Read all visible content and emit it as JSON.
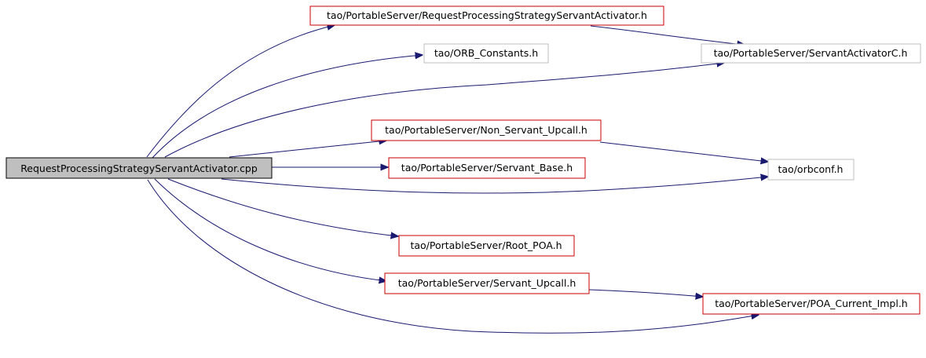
{
  "diagram": {
    "nodes": [
      {
        "id": "root",
        "label": "RequestProcessingStrategyServantActivator.cpp",
        "style": "root",
        "border": "#000000",
        "fill": "#bfbfbf"
      },
      {
        "id": "rpssa_h",
        "label": "tao/PortableServer/RequestProcessingStrategyServantActivator.h",
        "style": "documented",
        "border": "#cc0000",
        "fill": "#ffffff"
      },
      {
        "id": "orb_constants",
        "label": "tao/ORB_Constants.h",
        "style": "undocumented",
        "border": "#bfbfbf",
        "fill": "#ffffff"
      },
      {
        "id": "servant_activator_c",
        "label": "tao/PortableServer/ServantActivatorC.h",
        "style": "undocumented",
        "border": "#bfbfbf",
        "fill": "#ffffff"
      },
      {
        "id": "non_servant_upcall",
        "label": "tao/PortableServer/Non_Servant_Upcall.h",
        "style": "documented",
        "border": "#cc0000",
        "fill": "#ffffff"
      },
      {
        "id": "servant_base",
        "label": "tao/PortableServer/Servant_Base.h",
        "style": "documented",
        "border": "#cc0000",
        "fill": "#ffffff"
      },
      {
        "id": "orbconf",
        "label": "tao/orbconf.h",
        "style": "undocumented",
        "border": "#bfbfbf",
        "fill": "#ffffff"
      },
      {
        "id": "root_poa",
        "label": "tao/PortableServer/Root_POA.h",
        "style": "documented",
        "border": "#cc0000",
        "fill": "#ffffff"
      },
      {
        "id": "servant_upcall",
        "label": "tao/PortableServer/Servant_Upcall.h",
        "style": "documented",
        "border": "#cc0000",
        "fill": "#ffffff"
      },
      {
        "id": "poa_current_impl",
        "label": "tao/PortableServer/POA_Current_Impl.h",
        "style": "documented",
        "border": "#cc0000",
        "fill": "#ffffff"
      }
    ],
    "edges": [
      {
        "from": "root",
        "to": "rpssa_h"
      },
      {
        "from": "root",
        "to": "orb_constants"
      },
      {
        "from": "root",
        "to": "servant_activator_c"
      },
      {
        "from": "root",
        "to": "non_servant_upcall"
      },
      {
        "from": "root",
        "to": "servant_base"
      },
      {
        "from": "root",
        "to": "orbconf"
      },
      {
        "from": "root",
        "to": "root_poa"
      },
      {
        "from": "root",
        "to": "servant_upcall"
      },
      {
        "from": "root",
        "to": "poa_current_impl"
      },
      {
        "from": "rpssa_h",
        "to": "servant_activator_c"
      },
      {
        "from": "non_servant_upcall",
        "to": "orbconf"
      },
      {
        "from": "servant_upcall",
        "to": "poa_current_impl"
      }
    ],
    "edge_color": "#191970"
  }
}
